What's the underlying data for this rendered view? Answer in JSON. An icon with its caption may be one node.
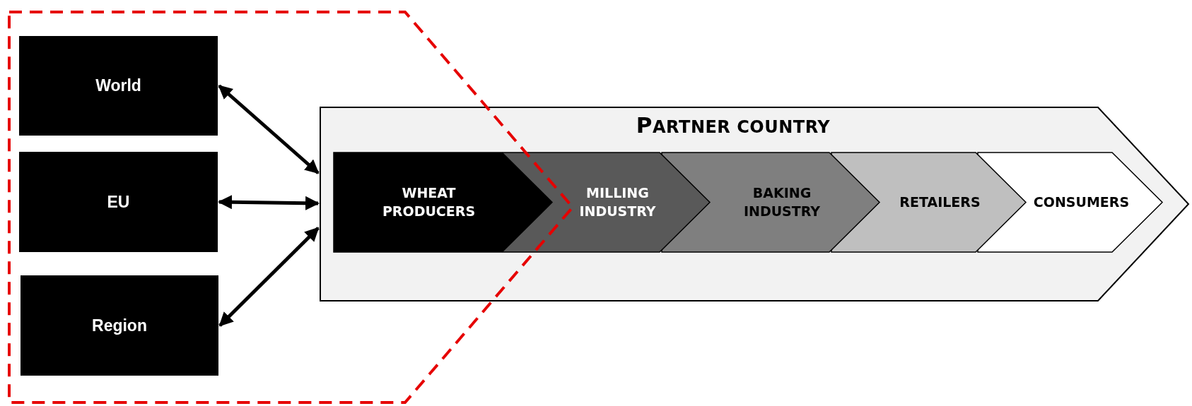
{
  "diagram": {
    "nodes": [
      {
        "text": [],
        "shape": "pentagon"
      },
      {
        "text": [
          "World"
        ],
        "in": 0
      },
      {
        "text": [
          "EU"
        ],
        "in": 0
      },
      {
        "text": [
          "Region"
        ],
        "in": 0
      },
      {
        "text": [
          "PARTNER COUNTRY"
        ]
      },
      {
        "text": [
          "WHEAT PRODUCERS"
        ]
      },
      {
        "text": [
          "MILLING INDUSTRY"
        ],
        "in": 4
      },
      {
        "text": [
          "BAKING INDUSTRY"
        ],
        "in": 4
      },
      {
        "text": [
          "RETAILERS"
        ],
        "in": 4
      },
      {
        "text": [
          "CONSUMERS"
        ],
        "in": 4
      }
    ],
    "edges": [
      {
        "from": 1,
        "to": 4,
        "arrow": "both"
      },
      {
        "from": 2,
        "to": 4,
        "arrow": "both"
      },
      {
        "from": 3,
        "to": 4,
        "arrow": "both"
      }
    ]
  }
}
